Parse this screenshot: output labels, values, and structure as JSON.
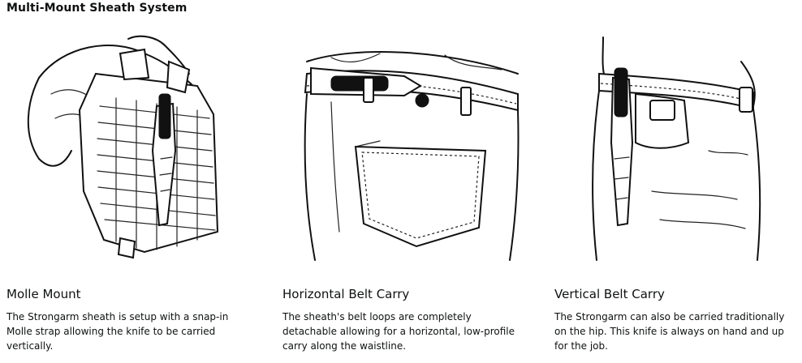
{
  "section": {
    "title": "Multi-Mount Sheath System"
  },
  "cards": [
    {
      "icon": "vest-molle-illustration",
      "title": "Molle Mount",
      "description": "The Strongarm sheath is setup with a snap-in Molle strap allowing the knife to be carried vertically."
    },
    {
      "icon": "horizontal-belt-illustration",
      "title": "Horizontal Belt Carry",
      "description": "The sheath's belt loops are completely detachable allowing for a horizontal, low-profile carry along the waistline."
    },
    {
      "icon": "vertical-belt-illustration",
      "title": "Vertical Belt Carry",
      "description": "The Strongarm can also be carried traditionally on the hip. This knife is always on hand and up for the job."
    }
  ]
}
